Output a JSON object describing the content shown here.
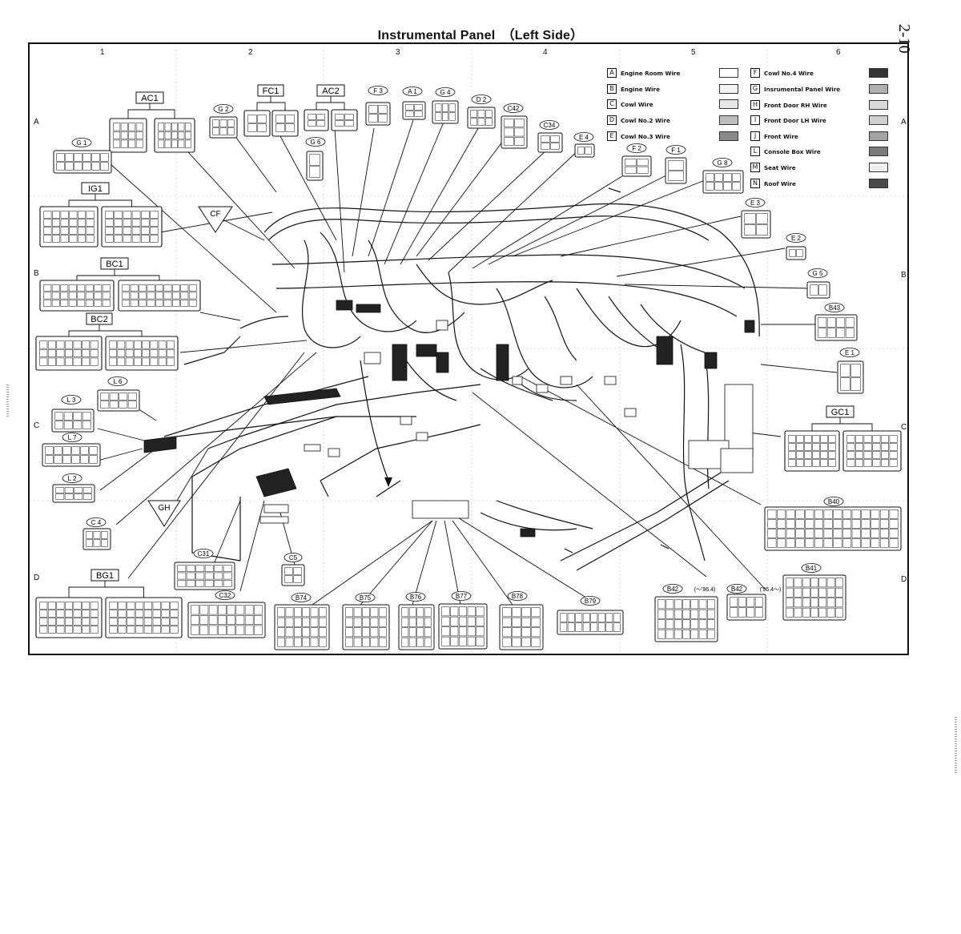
{
  "header": {
    "title": "Instrumental Panel　（Left Side）",
    "page_number": "2-10"
  },
  "grid": {
    "columns": [
      "1",
      "2",
      "3",
      "4",
      "5",
      "6"
    ],
    "rows": [
      "A",
      "B",
      "C",
      "D"
    ]
  },
  "legend": {
    "items": [
      {
        "code": "A",
        "label": "Engine Room Wire",
        "color": "#ffffff"
      },
      {
        "code": "B",
        "label": "Engine Wire",
        "color": "#f4f4f4"
      },
      {
        "code": "C",
        "label": "Cowl Wire",
        "color": "#e6e6e6"
      },
      {
        "code": "D",
        "label": "Cowl No.2 Wire",
        "color": "#bdbdbd"
      },
      {
        "code": "E",
        "label": "Cowl No.3 Wire",
        "color": "#8a8a8a"
      },
      {
        "code": "F",
        "label": "Cowl No.4 Wire",
        "color": "#333333"
      },
      {
        "code": "G",
        "label": "Insrumental Panel Wire",
        "color": "#b0b0b0"
      },
      {
        "code": "H",
        "label": "Front Door RH Wire",
        "color": "#d9d9d9"
      },
      {
        "code": "I",
        "label": "Front Door LH Wire",
        "color": "#cfcfcf"
      },
      {
        "code": "J",
        "label": "Front Wire",
        "color": "#a3a3a3"
      },
      {
        "code": "L",
        "label": "Console Box Wire",
        "color": "#7a7a7a"
      },
      {
        "code": "M",
        "label": "Seat Wire",
        "color": "#f0f0f0"
      },
      {
        "code": "N",
        "label": "Roof Wire",
        "color": "#4a4a4a"
      }
    ]
  },
  "junctions": [
    "AC1",
    "FC1",
    "AC2",
    "IG1",
    "BC1",
    "BC2",
    "GC1",
    "BG1"
  ],
  "connectors": [
    "G 2",
    "F 3",
    "A 1",
    "G 4",
    "D 2",
    "C42",
    "C34",
    "E 4",
    "G 6",
    "F 2",
    "F 1",
    "G 8",
    "E 3",
    "E 2",
    "G 5",
    "B43",
    "E 1",
    "G 1",
    "L 6",
    "L 3",
    "L 7",
    "L 2",
    "C 4",
    "C31",
    "C5",
    "C32",
    "B74",
    "B75",
    "B76",
    "B77",
    "B78",
    "B79",
    "B40",
    "B41",
    "B42"
  ],
  "connector_notes": {
    "b42_left": "(～'96.4)",
    "b42_right": "('96.4～)"
  },
  "ground_points": [
    "CF",
    "GH"
  ]
}
